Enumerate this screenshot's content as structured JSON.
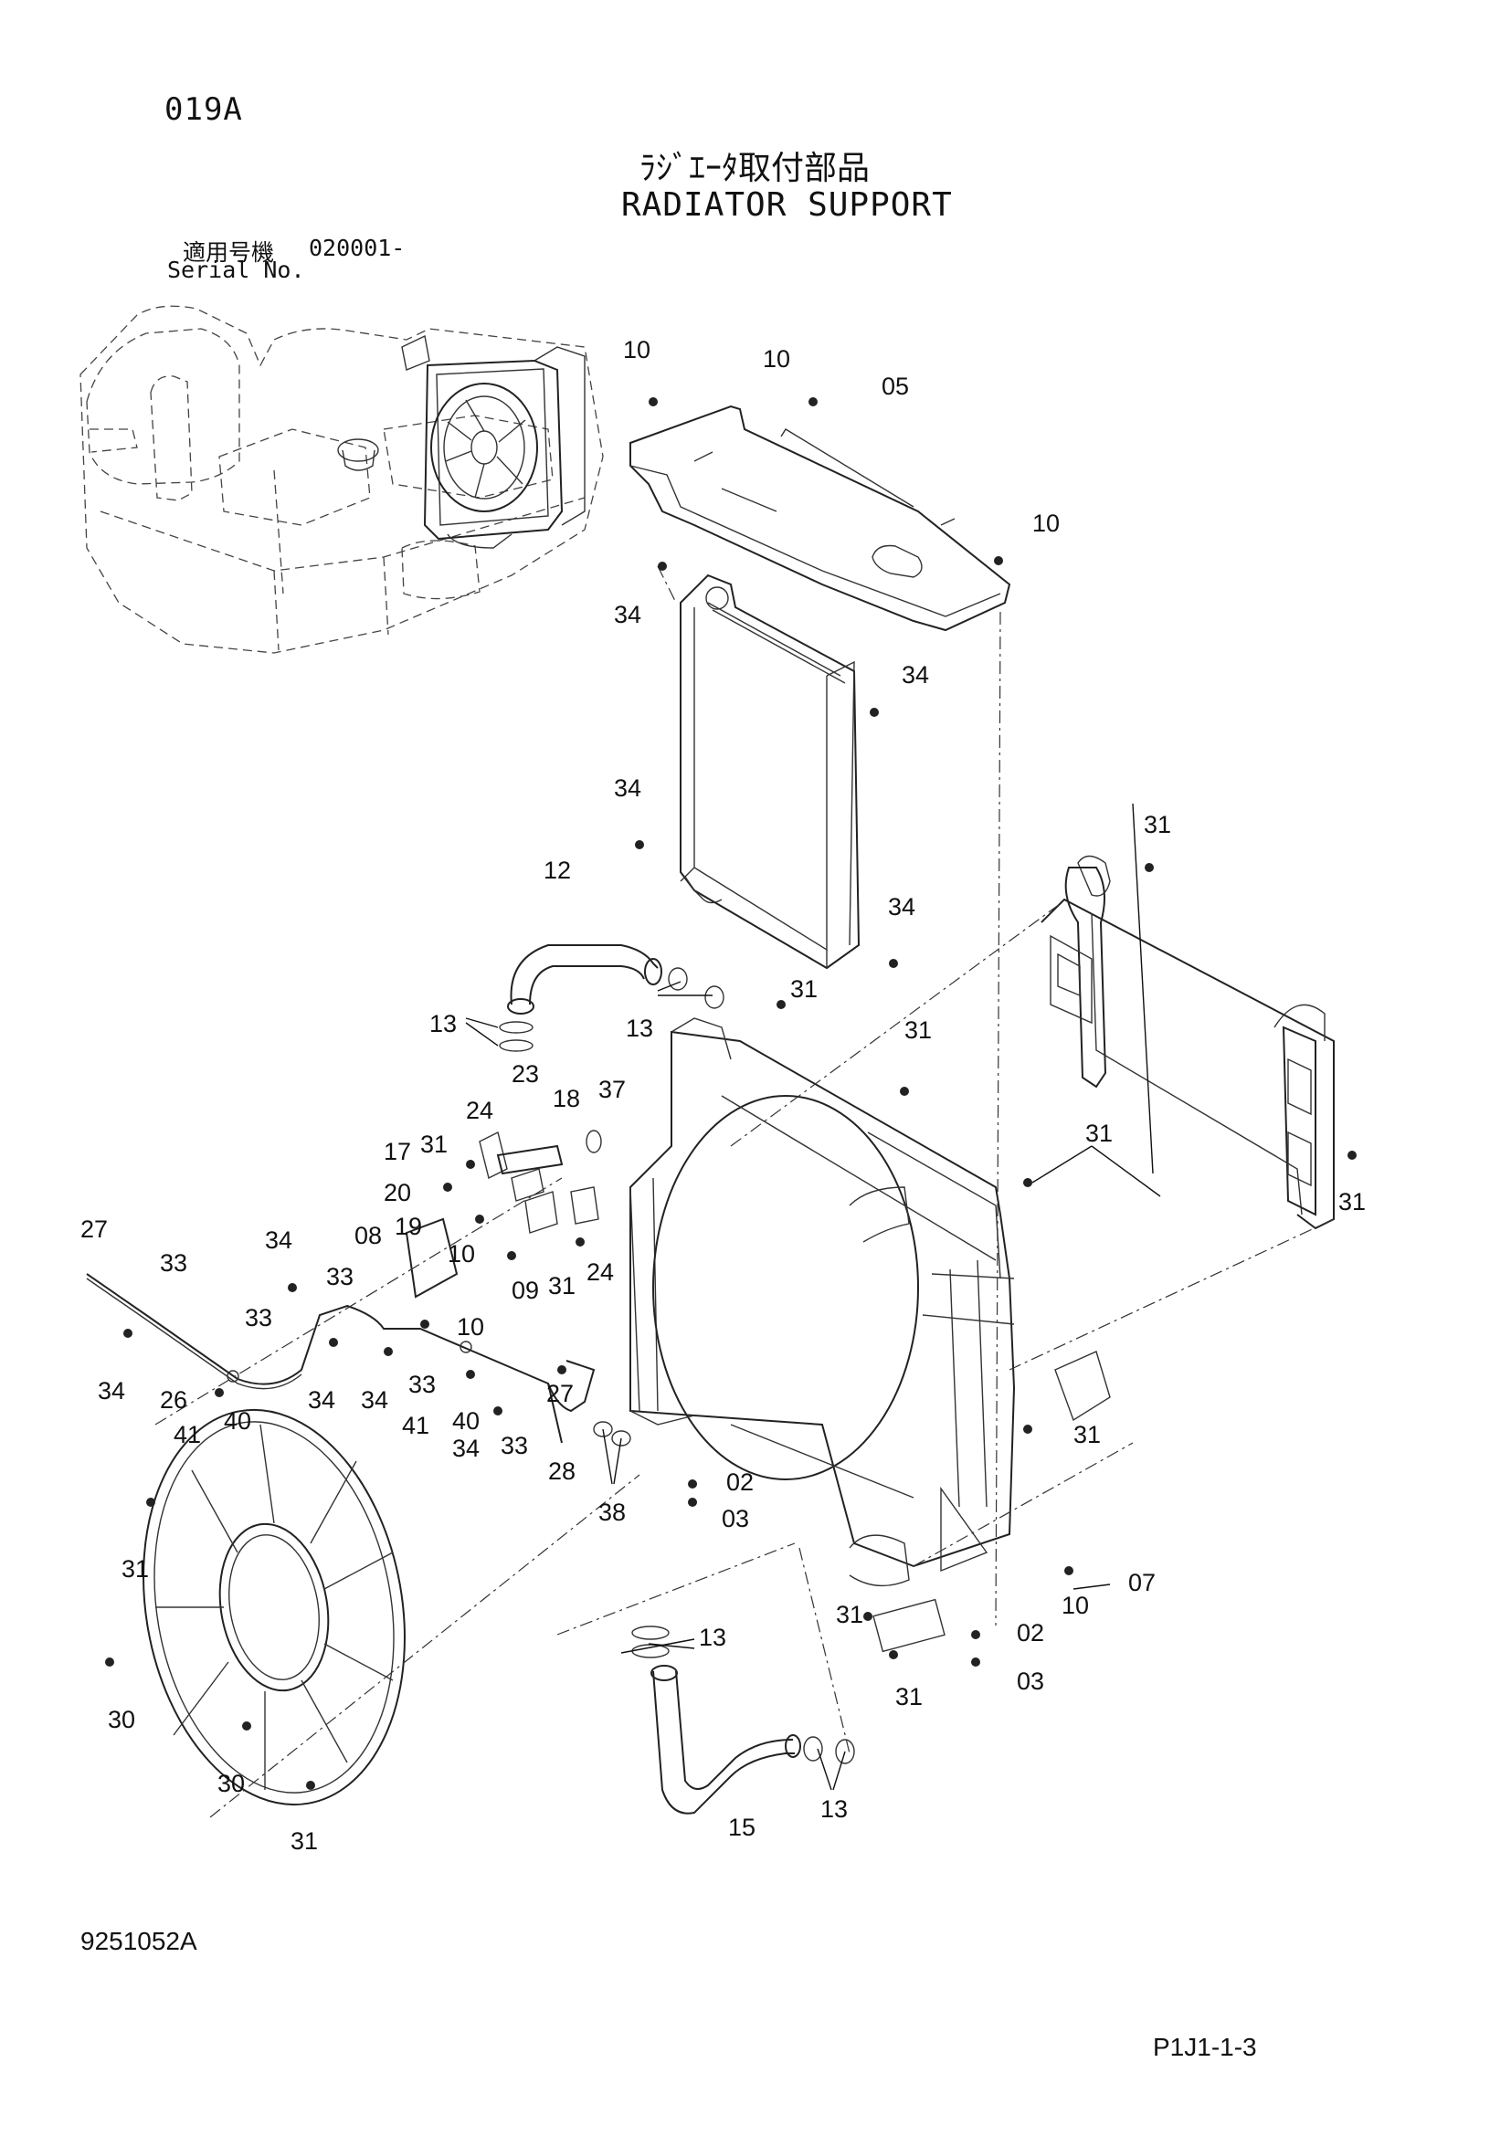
{
  "header": {
    "page_id": "019A",
    "title_jp": "ﾗｼﾞｴｰﾀ取付部品",
    "title_en": "RADIATOR SUPPORT",
    "serial_label_jp": "適用号機",
    "serial_value": "020001-",
    "serial_label_en": "Serial No."
  },
  "footer": {
    "doc_number": "9251052A",
    "page_ref": "P1J1-1-3"
  },
  "callouts": [
    {
      "key": "c10a",
      "text": "10"
    },
    {
      "key": "c10b",
      "text": "10"
    },
    {
      "key": "c05",
      "text": "05"
    },
    {
      "key": "c10c",
      "text": "10"
    },
    {
      "key": "c34a",
      "text": "34"
    },
    {
      "key": "c34b",
      "text": "34"
    },
    {
      "key": "c34c",
      "text": "34"
    },
    {
      "key": "c31a",
      "text": "31"
    },
    {
      "key": "c12",
      "text": "12"
    },
    {
      "key": "c34d",
      "text": "34"
    },
    {
      "key": "c13a",
      "text": "13"
    },
    {
      "key": "c13b",
      "text": "13"
    },
    {
      "key": "c31b",
      "text": "31"
    },
    {
      "key": "c31c",
      "text": "31"
    },
    {
      "key": "c23",
      "text": "23"
    },
    {
      "key": "c37",
      "text": "37"
    },
    {
      "key": "c18",
      "text": "18"
    },
    {
      "key": "c31d",
      "text": "31"
    },
    {
      "key": "c24a",
      "text": "24"
    },
    {
      "key": "c31e",
      "text": "31"
    },
    {
      "key": "c31f",
      "text": "31"
    },
    {
      "key": "c17",
      "text": "17"
    },
    {
      "key": "c20",
      "text": "20"
    },
    {
      "key": "c19",
      "text": "19"
    },
    {
      "key": "c27a",
      "text": "27"
    },
    {
      "key": "c08",
      "text": "08"
    },
    {
      "key": "c34e",
      "text": "34"
    },
    {
      "key": "c10d",
      "text": "10"
    },
    {
      "key": "c09",
      "text": "09"
    },
    {
      "key": "c31g",
      "text": "31"
    },
    {
      "key": "c24b",
      "text": "24"
    },
    {
      "key": "c33a",
      "text": "33"
    },
    {
      "key": "c33b",
      "text": "33"
    },
    {
      "key": "c33c",
      "text": "33"
    },
    {
      "key": "c10e",
      "text": "10"
    },
    {
      "key": "c34f",
      "text": "34"
    },
    {
      "key": "c26",
      "text": "26"
    },
    {
      "key": "c34g",
      "text": "34"
    },
    {
      "key": "c34h",
      "text": "34"
    },
    {
      "key": "c33d",
      "text": "33"
    },
    {
      "key": "c27b",
      "text": "27"
    },
    {
      "key": "c41a",
      "text": "41"
    },
    {
      "key": "c40a",
      "text": "40"
    },
    {
      "key": "c41b",
      "text": "41"
    },
    {
      "key": "c40b",
      "text": "40"
    },
    {
      "key": "c34i",
      "text": "34"
    },
    {
      "key": "c33e",
      "text": "33"
    },
    {
      "key": "c28",
      "text": "28"
    },
    {
      "key": "c31h",
      "text": "31"
    },
    {
      "key": "c02a",
      "text": "02"
    },
    {
      "key": "c38",
      "text": "38"
    },
    {
      "key": "c03a",
      "text": "03"
    },
    {
      "key": "c31i",
      "text": "31"
    },
    {
      "key": "c07",
      "text": "07"
    },
    {
      "key": "c10f",
      "text": "10"
    },
    {
      "key": "c31j",
      "text": "31"
    },
    {
      "key": "c02b",
      "text": "02"
    },
    {
      "key": "c13c",
      "text": "13"
    },
    {
      "key": "c03b",
      "text": "03"
    },
    {
      "key": "c31k",
      "text": "31"
    },
    {
      "key": "c30a",
      "text": "30"
    },
    {
      "key": "c30b",
      "text": "30"
    },
    {
      "key": "c13d",
      "text": "13"
    },
    {
      "key": "c15",
      "text": "15"
    },
    {
      "key": "c31l",
      "text": "31"
    }
  ]
}
